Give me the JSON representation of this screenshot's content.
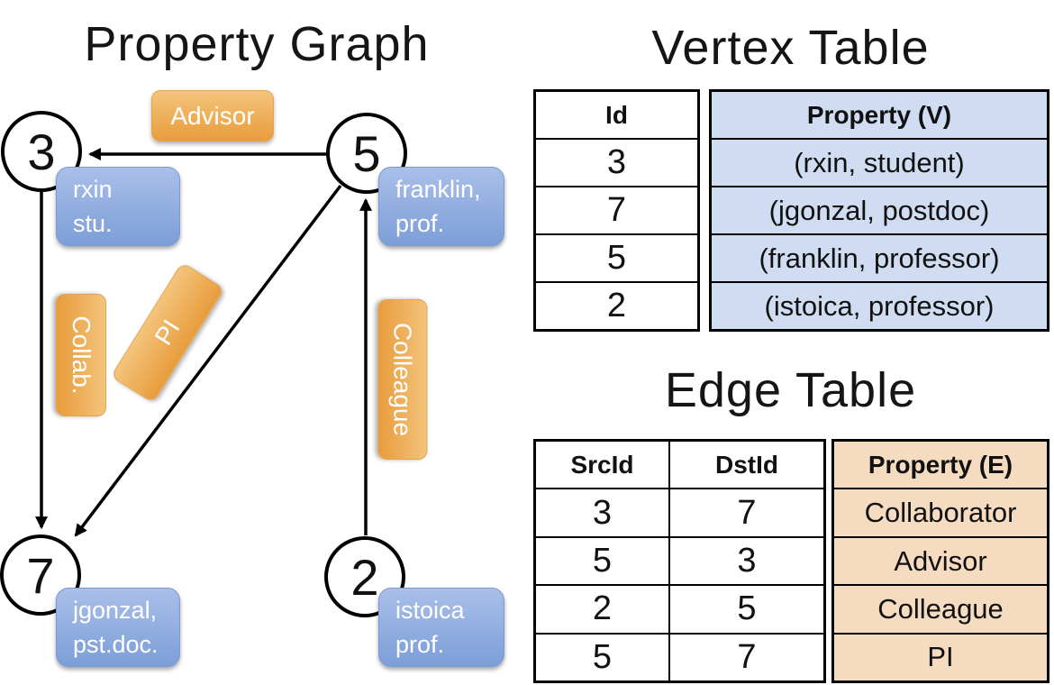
{
  "graph": {
    "title": "Property Graph",
    "nodes": [
      {
        "id": "3",
        "property_lines": [
          "rxin",
          "stu."
        ]
      },
      {
        "id": "5",
        "property_lines": [
          "franklin,",
          "prof."
        ]
      },
      {
        "id": "7",
        "property_lines": [
          "jgonzal,",
          "pst.doc."
        ]
      },
      {
        "id": "2",
        "property_lines": [
          "istoica",
          "prof."
        ]
      }
    ],
    "edges": [
      {
        "from": "5",
        "to": "3",
        "label": "Advisor"
      },
      {
        "from": "3",
        "to": "7",
        "label": "Collab."
      },
      {
        "from": "5",
        "to": "7",
        "label": "PI"
      },
      {
        "from": "2",
        "to": "5",
        "label": "Colleague"
      }
    ]
  },
  "vertex_table": {
    "title": "Vertex Table",
    "columns": [
      "Id",
      "Property (V)"
    ],
    "rows": [
      [
        "3",
        "(rxin, student)"
      ],
      [
        "7",
        "(jgonzal, postdoc)"
      ],
      [
        "5",
        "(franklin, professor)"
      ],
      [
        "2",
        "(istoica, professor)"
      ]
    ]
  },
  "edge_table": {
    "title": "Edge Table",
    "columns": [
      "SrcId",
      "DstId",
      "Property (E)"
    ],
    "rows": [
      [
        "3",
        "7",
        "Collaborator"
      ],
      [
        "5",
        "3",
        "Advisor"
      ],
      [
        "2",
        "5",
        "Colleague"
      ],
      [
        "5",
        "7",
        "PI"
      ]
    ]
  },
  "colors": {
    "edge_label_fill": "#eda64b",
    "vertex_label_fill": "#8aa7dd",
    "vertex_table_cell_bg": "#cfdcf1",
    "edge_table_cell_bg": "#f5dcc1",
    "line_color": "#000000"
  }
}
